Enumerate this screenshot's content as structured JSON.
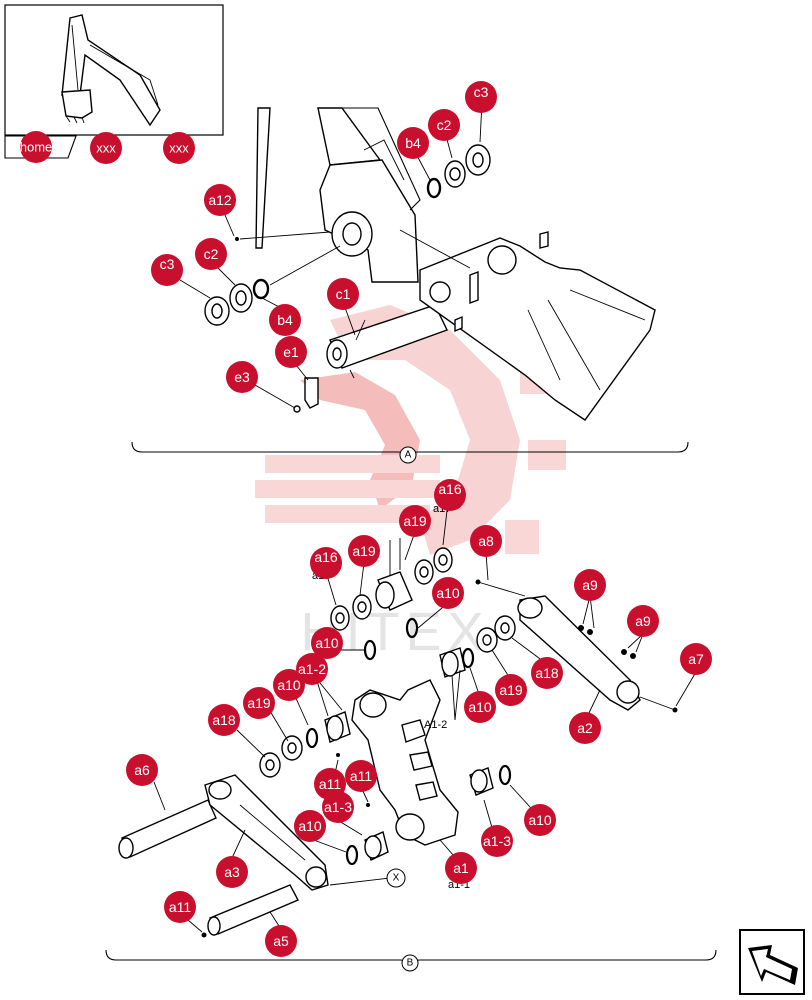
{
  "navigation": {
    "home_label": "home",
    "crumb_1": "xxx",
    "crumb_2": "xxx"
  },
  "watermark_text": "HITEX",
  "sections": {
    "a_label": "A",
    "b_label": "B"
  },
  "reference_marker": "X",
  "callouts": {
    "c3_top": "c3",
    "c2_top": "c2",
    "b4_top": "b4",
    "a12": "a12",
    "c3_left": "c3",
    "c2_left": "c2",
    "b4_left": "b4",
    "c1": "c1",
    "e1": "e1",
    "e3": "e3",
    "a16_right": "a16",
    "a19_mid": "a19",
    "a16_left": "a16",
    "a19_left": "a19",
    "a8": "a8",
    "a10_a": "a10",
    "a9_a": "a9",
    "a9_b": "a9",
    "a10_b": "a10",
    "a1_2_left": "a1-2",
    "a7": "a7",
    "a18_right": "a18",
    "a19_right": "a19",
    "a10_c": "a10",
    "a10_d": "a10",
    "a19_lower": "a19",
    "a18_left": "a18",
    "a2": "a2",
    "a6": "a6",
    "a11_a": "a11",
    "a11_b": "a11",
    "a1_3_left": "a1-3",
    "a10_e": "a10",
    "a10_f": "a10",
    "a1_3_right": "a1-3",
    "a3": "a3",
    "a1": "a1",
    "a11_c": "a11",
    "a5": "a5"
  },
  "faint_labels": {
    "a1_2_mid": "A1-2",
    "a1_1": "a1-1",
    "a17_top": "a17",
    "a17_left": "a17"
  },
  "colors": {
    "callout": "#c8102e",
    "watermark": "#f7c4c4"
  }
}
